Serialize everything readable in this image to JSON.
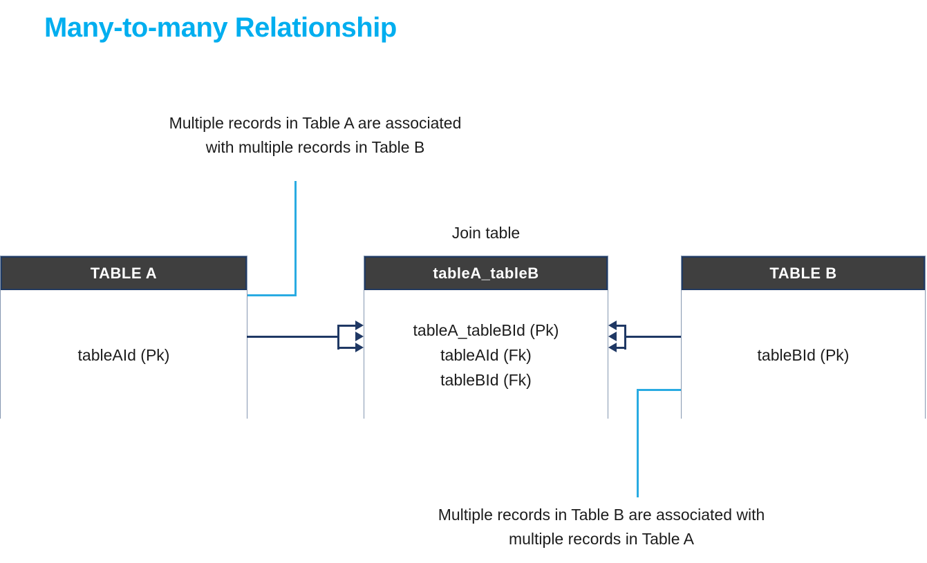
{
  "title": "Many-to-many Relationship",
  "join_table_label": "Join table",
  "annotations": {
    "table_a": {
      "line1": "Multiple records in Table A are associated",
      "line2": "with multiple records in Table B"
    },
    "table_b": {
      "line1": "Multiple records in Table B are associated with",
      "line2": "multiple records in Table A"
    }
  },
  "entities": {
    "table_a": {
      "name": "TABLE A",
      "fields": [
        "tableAId (Pk)"
      ]
    },
    "join_table": {
      "name": "tableA_tableB",
      "fields": [
        "tableA_tableBId (Pk)",
        "tableAId (Fk)",
        "tableBId (Fk)"
      ]
    },
    "table_b": {
      "name": "TABLE B",
      "fields": [
        "tableBId (Pk)"
      ]
    }
  },
  "colors": {
    "title_blue": "#00AEEF",
    "callout_cyan": "#29ABE2",
    "connector_navy": "#1F3864",
    "header_fill": "#3F3F3F",
    "header_border": "#223A60",
    "box_border": "#8496B0",
    "text_dark": "#1C1C1C"
  }
}
